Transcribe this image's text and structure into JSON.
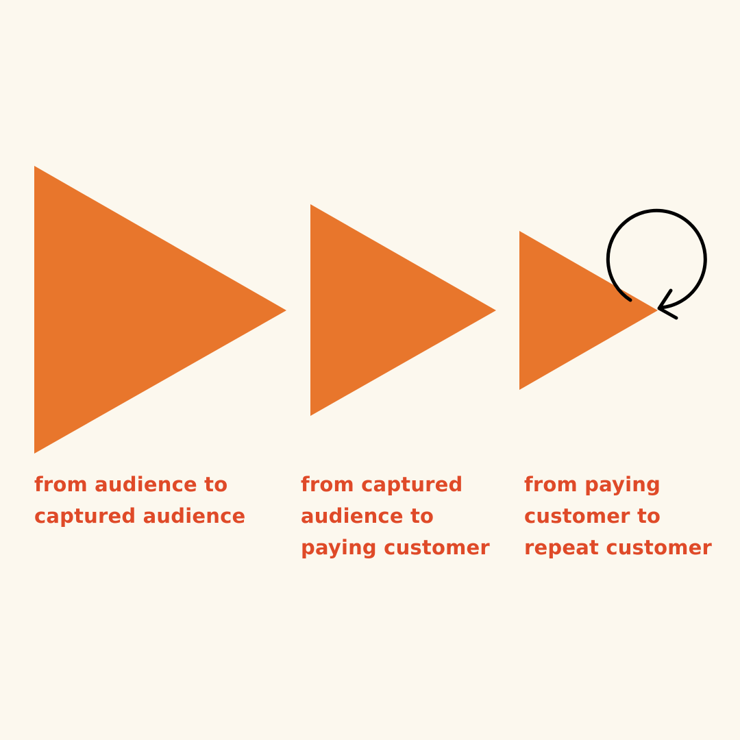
{
  "colors": {
    "background": "#FCF8EE",
    "triangle": "#E8762C",
    "caption": "#DF4A28",
    "loop_arrow": "#000000"
  },
  "stages": [
    {
      "caption": "from audience to\ncaptured audience"
    },
    {
      "caption": "from captured\naudience to\npaying customer"
    },
    {
      "caption": "from paying\ncustomer to\nrepeat customer"
    }
  ],
  "icons": {
    "triangle": "play-triangle-icon",
    "loop": "loop-arrow-icon"
  }
}
